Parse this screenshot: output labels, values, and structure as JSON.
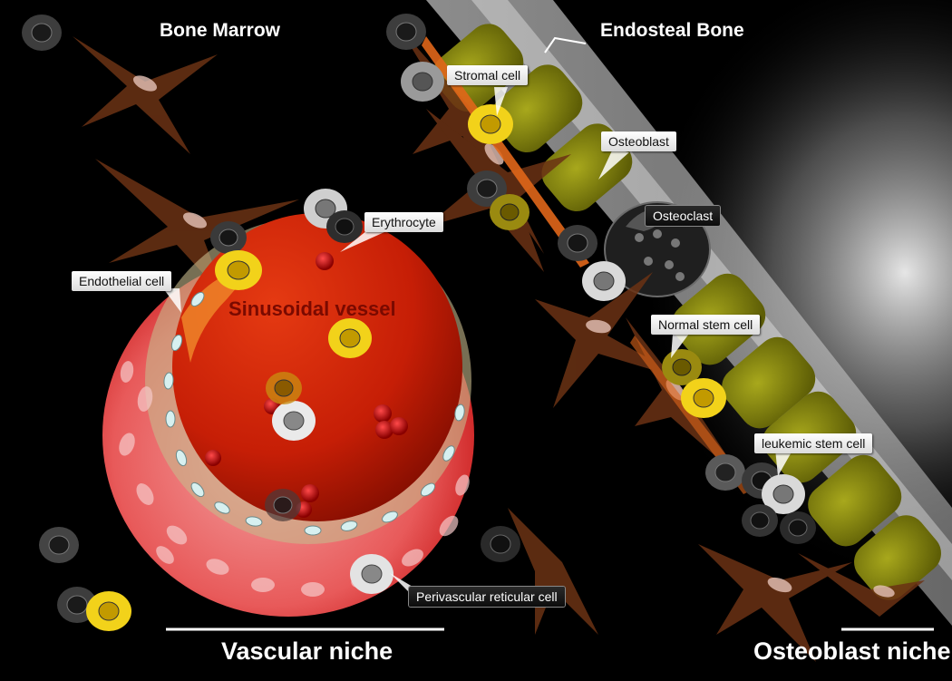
{
  "regions": {
    "bone_marrow": "Bone Marrow",
    "endosteal_bone": "Endosteal Bone",
    "vessel": "Sinusoidal vessel"
  },
  "labels": {
    "stromal_cell": "Stromal cell",
    "osteoblast": "Osteoblast",
    "osteoclast": "Osteoclast",
    "erythrocyte": "Erythrocyte",
    "endothelial_cell": "Endothelial cell",
    "normal_stem_cell": "Normal stem cell",
    "leukemic_stem_cell": "leukemic stem cell",
    "perivascular_reticular_cell": "Perivascular reticular cell"
  },
  "niches": {
    "vascular": "Vascular niche",
    "osteoblast": "Osteoblast niche"
  },
  "colors": {
    "background": "#000000",
    "vessel_red": "#d21e0a",
    "osteoblast_olive": "#8f8f12",
    "stem_yellow": "#f2d21a",
    "stromal_brown": "#6b3214"
  }
}
